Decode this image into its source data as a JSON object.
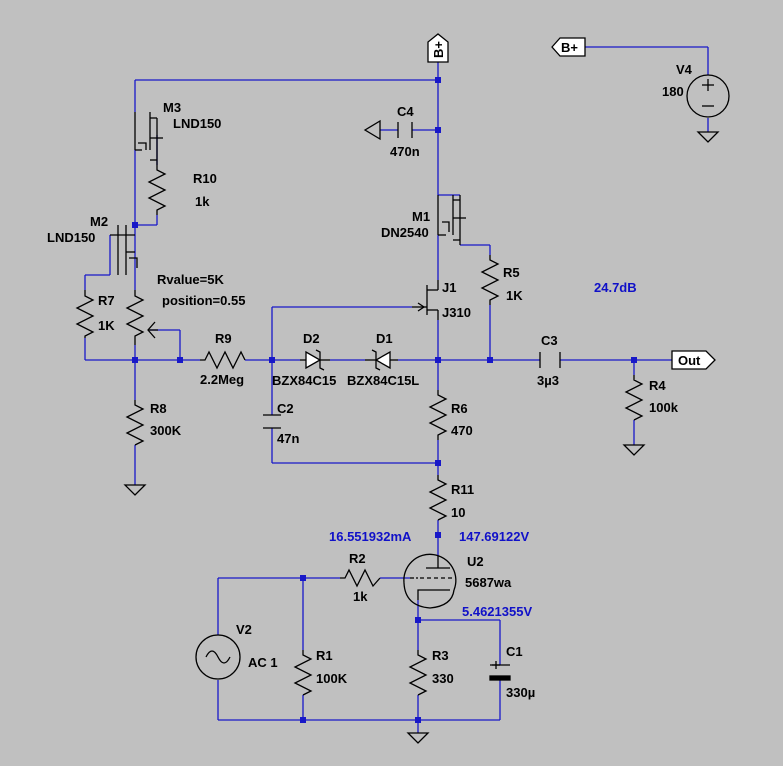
{
  "colors": {
    "background": "#c0c0c0",
    "wire": "#1818c8",
    "component": "#000000",
    "measurement": "#1010c8"
  },
  "components": {
    "m3": {
      "name": "M3",
      "value": "LND150"
    },
    "m2": {
      "name": "M2",
      "value": "LND150"
    },
    "m1": {
      "name": "M1",
      "value": "DN2540"
    },
    "j1": {
      "name": "J1",
      "value": "J310"
    },
    "r10": {
      "name": "R10",
      "value": "1k"
    },
    "r7": {
      "name": "R7",
      "value": "1K"
    },
    "pot": {
      "rvalue": "Rvalue=5K",
      "position": "position=0.55"
    },
    "r9": {
      "name": "R9",
      "value": "2.2Meg"
    },
    "r8": {
      "name": "R8",
      "value": "300K"
    },
    "r5": {
      "name": "R5",
      "value": "1K"
    },
    "r6": {
      "name": "R6",
      "value": "470"
    },
    "r11": {
      "name": "R11",
      "value": "10"
    },
    "r4": {
      "name": "R4",
      "value": "100k"
    },
    "r2": {
      "name": "R2",
      "value": "1k"
    },
    "r1": {
      "name": "R1",
      "value": "100K"
    },
    "r3": {
      "name": "R3",
      "value": "330"
    },
    "c4": {
      "name": "C4",
      "value": "470n"
    },
    "c3": {
      "name": "C3",
      "value": "3µ3"
    },
    "c2": {
      "name": "C2",
      "value": "47n"
    },
    "c1": {
      "name": "C1",
      "value": "330µ"
    },
    "d2": {
      "name": "D2",
      "value": "BZX84C15"
    },
    "d1": {
      "name": "D1",
      "value": "BZX84C15L"
    },
    "u2": {
      "name": "U2",
      "value": "5687wa"
    },
    "v2": {
      "name": "V2",
      "value": "AC 1"
    },
    "v4": {
      "name": "V4",
      "value": "180"
    }
  },
  "net_labels": {
    "bplus_top": "B+",
    "bplus_v4": "B+",
    "out": "Out"
  },
  "measurements": {
    "gain": "24.7dB",
    "plate_current": "16.551932mA",
    "plate_voltage": "147.69122V",
    "cathode_voltage": "5.4621355V"
  }
}
